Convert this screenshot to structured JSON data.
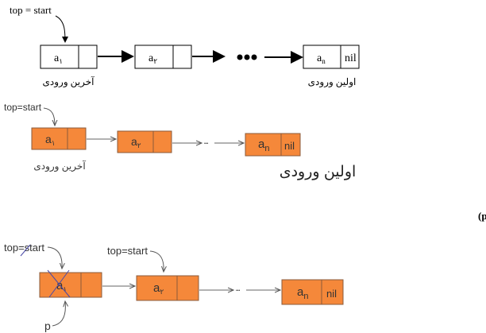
{
  "diagram1": {
    "pointer_label": "top = start",
    "nodes": [
      {
        "base": "a",
        "sub": "١",
        "next": ""
      },
      {
        "base": "a",
        "sub": "٢",
        "next": ""
      },
      {
        "base": "a",
        "sub": "n",
        "next": "nil"
      }
    ],
    "label_last_in": "آخرین ورودی",
    "label_first_in": "اولین ورودی"
  },
  "diagram2": {
    "pointer_label": "top=start",
    "nodes": [
      {
        "base": "a",
        "sub": "١",
        "next": ""
      },
      {
        "base": "a",
        "sub": "٢",
        "next": ""
      },
      {
        "base": "a",
        "sub": "n",
        "next": "nil"
      }
    ],
    "ellipsis": "•••",
    "label_last_in": "آخرین ورودی",
    "label_first_in": "اولین ورودی"
  },
  "pop_section": {
    "heading": "حذف داده (pop)",
    "old_pointer_label": "top=start",
    "new_pointer_label": "top=start",
    "temp_pointer_label": "p",
    "nodes": [
      {
        "base": "a",
        "sub": "١",
        "next": ""
      },
      {
        "base": "a",
        "sub": "٢",
        "next": ""
      },
      {
        "base": "a",
        "sub": "n",
        "next": "nil"
      }
    ],
    "ellipsis": "•••"
  },
  "colors": {
    "node_fill": "#F5883A",
    "node_stroke": "#8a5a3a",
    "cross": "#4a4aa8"
  }
}
